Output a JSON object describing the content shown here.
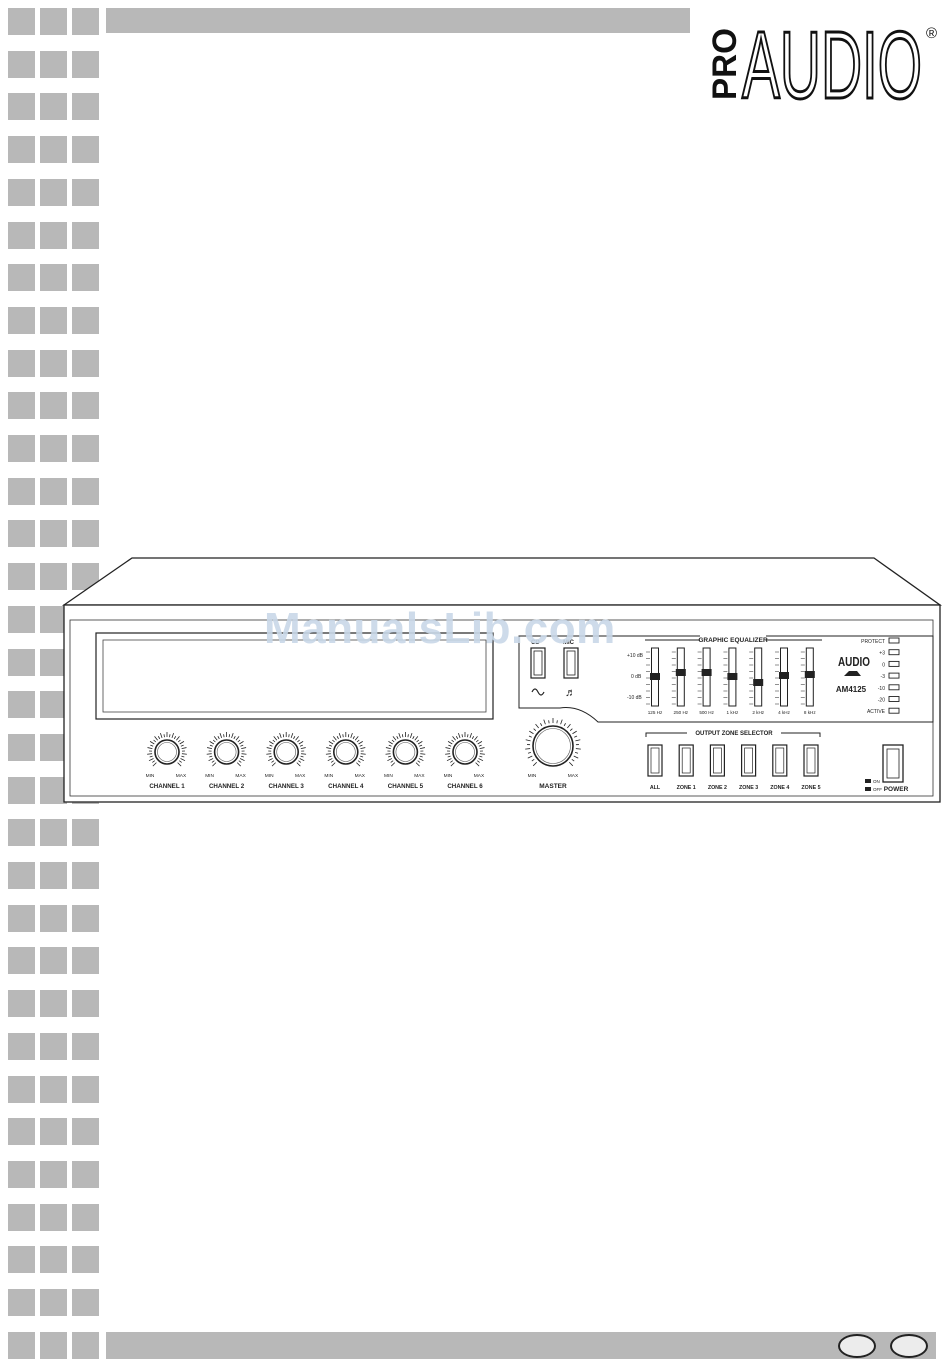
{
  "brand": {
    "top": "PRO",
    "main": "AUDIO",
    "registered": "®"
  },
  "watermark": "ManualsLib.com",
  "device": {
    "model": "AM4125",
    "badge": "AUDIO",
    "eq": {
      "title": "GRAPHIC EQUALIZER",
      "db_labels": [
        "+10 dB",
        "0 dB",
        "-10 dB"
      ],
      "bands": [
        "125 Hz",
        "250 Hz",
        "500 Hz",
        "1 kHz",
        "2 kHz",
        "4 kHz",
        "8 kHz"
      ]
    },
    "input_switches": {
      "left": "CD",
      "right": "MIC"
    },
    "meter": [
      "PROTECT",
      "+3",
      "0",
      "-3",
      "-10",
      "-20",
      "ACTIVE"
    ],
    "channels": [
      "CHANNEL 1",
      "CHANNEL 2",
      "CHANNEL 3",
      "CHANNEL 4",
      "CHANNEL 5",
      "CHANNEL 6"
    ],
    "knob_min": "MIN",
    "knob_max": "MAX",
    "master": "MASTER",
    "zone_title": "OUTPUT ZONE SELECTOR",
    "zones": [
      "ALL",
      "ZONE 1",
      "ZONE 2",
      "ZONE 3",
      "ZONE 4",
      "ZONE 5"
    ],
    "power": {
      "label": "POWER",
      "on": "ON",
      "off": "OFF"
    }
  }
}
